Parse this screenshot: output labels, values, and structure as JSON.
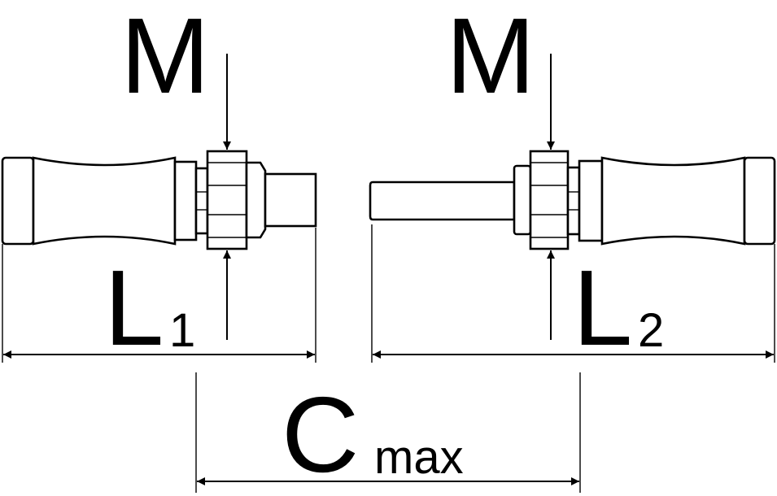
{
  "labels": {
    "m_left": "M",
    "m_right": "M",
    "l1_main": "L",
    "l1_sub": "1",
    "l2_main": "L",
    "l2_sub": "2",
    "c_main": "C",
    "c_sub": "max"
  }
}
